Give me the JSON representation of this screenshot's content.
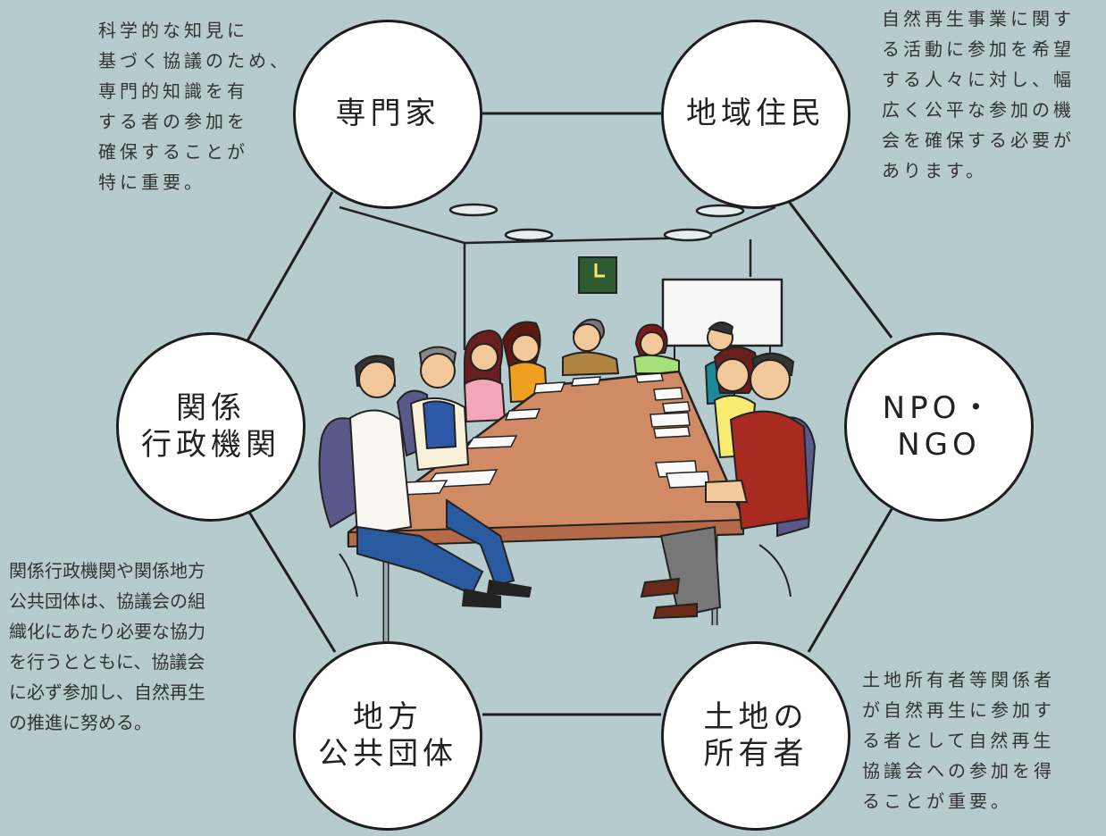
{
  "colors": {
    "background": "#b6cbcd",
    "line": "#1e1e1e",
    "circle_fill": "#ffffff",
    "table": "#d08a64"
  },
  "illustration": {
    "subject": "meeting-room-illustration"
  },
  "nodes": {
    "expert": "専門家",
    "residents": "地域住民",
    "agencies": "関係\n行政機関",
    "npo": "NPO・\nNGO",
    "local_gov": "地方\n公共団体",
    "landowners": "土地の\n所有者"
  },
  "descriptions": {
    "expert": "科学的な知見に\n基づく協議のため、\n専門的知識を有\nする者の参加を\n確保することが\n特に重要。",
    "residents": "自然再生事業に関す\nる活動に参加を希望\nする人々に対し、幅\n広く公平な参加の機\n会を確保する必要が\nあります。",
    "agencies": "関係行政機関や関係地方\n公共団体は、協議会の組\n織化にあたり必要な協力\nを行うとともに、協議会\nに必ず参加し、自然再生\nの推進に努める。",
    "landowners": "土地所有者等関係者\nが自然再生に参加す\nる者として自然再生\n協議会への参加を得\nることが重要。"
  }
}
